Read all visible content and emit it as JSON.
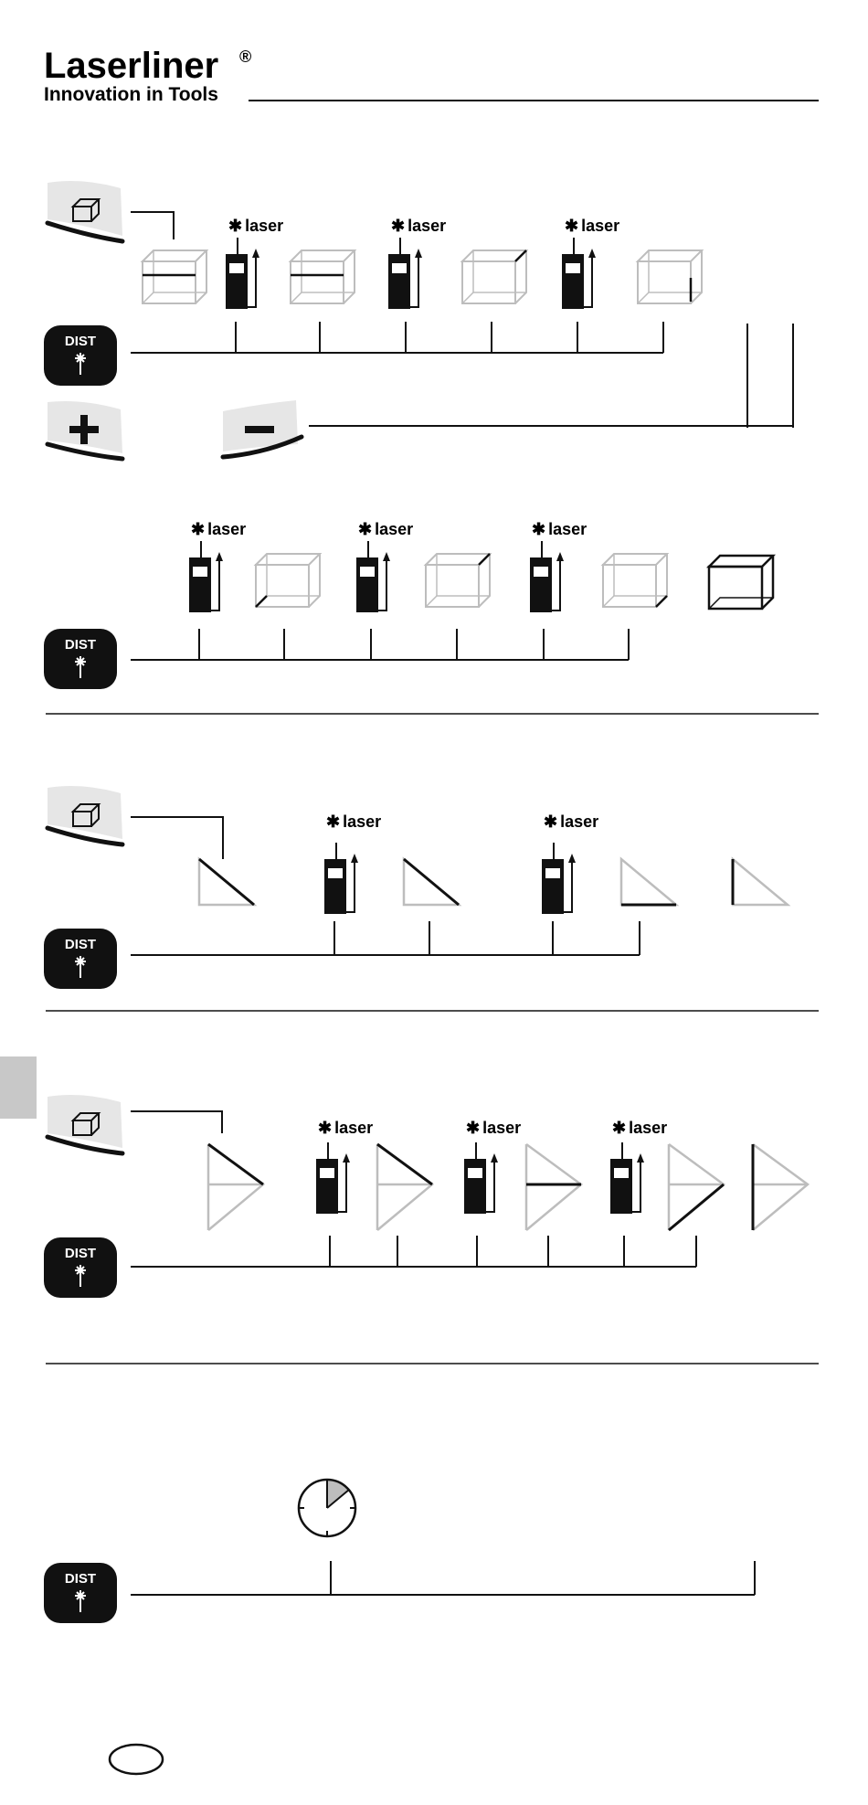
{
  "brand": {
    "name": "Laserliner",
    "registered": "®",
    "tagline": "Innovation in Tools"
  },
  "labels": {
    "dist": "DIST",
    "laser": "laser",
    "plus": "+",
    "minus": "−"
  },
  "icons": {
    "function_button": "volume-box-icon",
    "dist_button": "laser-burst-icon",
    "device": "laser-meter-device-icon",
    "timer": "clock-icon",
    "tab_marker": "gray-tab"
  },
  "sections": [
    {
      "id": "volume",
      "laser_steps": 3,
      "has_plus_minus": true
    },
    {
      "id": "area",
      "laser_steps": 2
    },
    {
      "id": "indirect-two-point",
      "laser_steps": 3
    },
    {
      "id": "timer-measurement",
      "laser_steps": 0
    }
  ],
  "colors": {
    "black": "#111111",
    "grey_line": "#bdbdbd",
    "button_face": "#e6e6e6",
    "tab": "#c8c8c8"
  }
}
